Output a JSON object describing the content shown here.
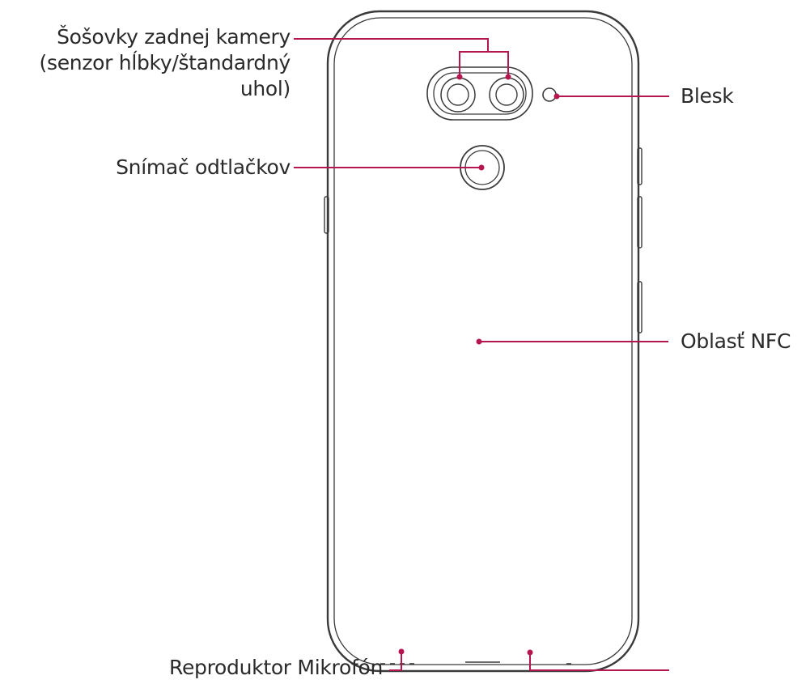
{
  "diagram": {
    "colors": {
      "outline": "#3a3a3a",
      "callout": "#b5164f",
      "text": "#2a2a2a",
      "background": "#ffffff"
    },
    "labels": {
      "rear_camera_line1": "Šošovky zadnej kamery",
      "rear_camera_line2": "(senzor hĺbky/štandardný",
      "rear_camera_line3": "uhol)",
      "flash": "Blesk",
      "fingerprint": "Snímač odtlačkov",
      "nfc": "Oblasť NFC",
      "speaker_mic": "Reproduktor Mikrofón"
    }
  }
}
